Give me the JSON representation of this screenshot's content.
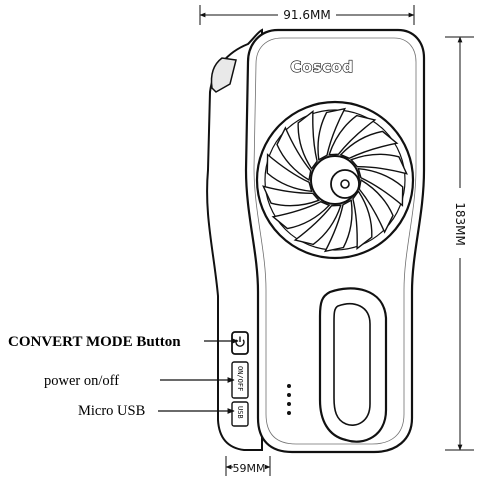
{
  "product": {
    "brand_logo": "Coscod"
  },
  "dimensions": {
    "width": "91.6MM",
    "height": "183MM",
    "depth": "59MM"
  },
  "callouts": {
    "convert_mode": "CONVERT MODE Button",
    "power": "power on/off",
    "usb": "Micro USB"
  },
  "side_labels": {
    "on_off": "ON/OFF",
    "usb": "USB"
  },
  "colors": {
    "line": "#111111",
    "background": "#ffffff"
  }
}
